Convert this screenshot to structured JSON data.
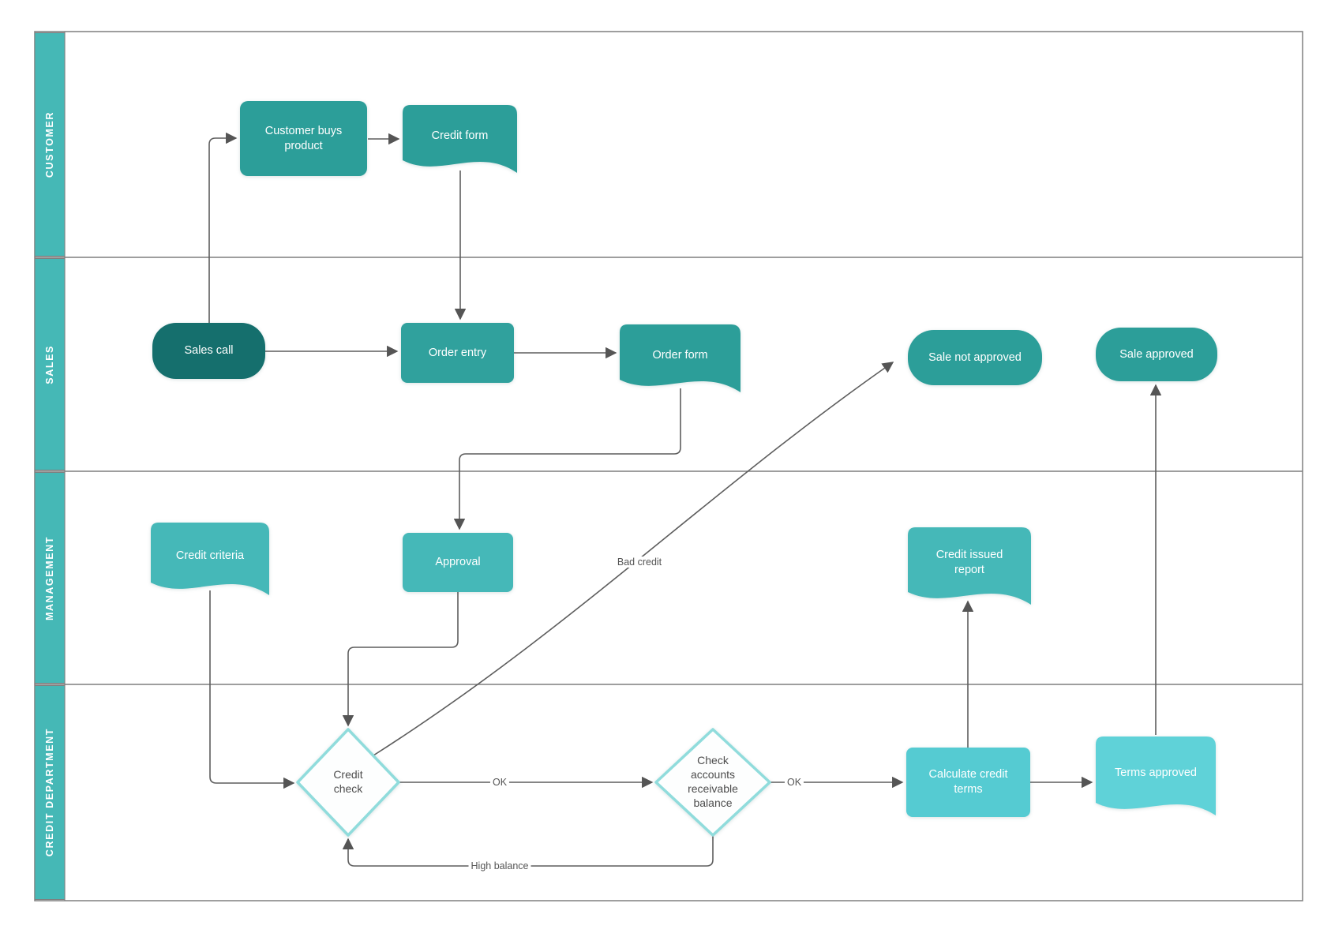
{
  "diagram_type": "cross-functional flowchart (swimlanes)",
  "colors": {
    "lane_strip": "#45b8b6",
    "frame_border": "#7f7f7f",
    "connector": "#5d5d5d",
    "arrowhead": "#555555",
    "node_teal_dark": "#156f6d",
    "node_teal": "#2c9e99",
    "node_teal_medium": "#30a19d",
    "node_teal_light": "#45b8b8",
    "node_cyan": "#55cbd2",
    "node_cyan_light": "#5fd2d8",
    "decision_border": "#90dcdc",
    "decision_fill": "#fdfefe",
    "text_on_fill": "#ffffff",
    "text_on_white": "#4d4d4d"
  },
  "lanes": [
    {
      "label": "CUSTOMER"
    },
    {
      "label": "SALES"
    },
    {
      "label": "MANAGEMENT"
    },
    {
      "label": "CREDIT DEPARTMENT"
    }
  ],
  "nodes": [
    {
      "id": "customer_buys_product",
      "label": "Customer buys product",
      "shape": "rounded-rect",
      "lane": "CUSTOMER",
      "color": "#2c9e99"
    },
    {
      "id": "credit_form",
      "label": "Credit form",
      "shape": "document",
      "lane": "CUSTOMER",
      "color": "#2c9e99"
    },
    {
      "id": "sales_call",
      "label": "Sales call",
      "shape": "terminator",
      "lane": "SALES",
      "color": "#156f6d"
    },
    {
      "id": "order_entry",
      "label": "Order entry",
      "shape": "rounded-rect",
      "lane": "SALES",
      "color": "#30a19d"
    },
    {
      "id": "order_form",
      "label": "Order form",
      "shape": "document",
      "lane": "SALES",
      "color": "#2c9e99"
    },
    {
      "id": "sale_not_approved",
      "label": "Sale not approved",
      "shape": "terminator",
      "lane": "SALES",
      "color": "#2c9e99"
    },
    {
      "id": "sale_approved",
      "label": "Sale approved",
      "shape": "terminator",
      "lane": "SALES",
      "color": "#2c9e99"
    },
    {
      "id": "credit_criteria",
      "label": "Credit criteria",
      "shape": "document",
      "lane": "MANAGEMENT",
      "color": "#45b8b8"
    },
    {
      "id": "approval",
      "label": "Approval",
      "shape": "rounded-rect",
      "lane": "MANAGEMENT",
      "color": "#45b8b8"
    },
    {
      "id": "credit_issued_report",
      "label": "Credit issued report",
      "shape": "document",
      "lane": "MANAGEMENT",
      "color": "#45b8b8"
    },
    {
      "id": "credit_check",
      "label": "Credit check",
      "shape": "decision",
      "lane": "CREDIT DEPARTMENT",
      "color": "#fdfefe"
    },
    {
      "id": "check_accounts_receivable_balance",
      "label": "Check accounts receivable balance",
      "shape": "decision",
      "lane": "CREDIT DEPARTMENT",
      "color": "#fdfefe"
    },
    {
      "id": "calculate_credit_terms",
      "label": "Calculate credit terms",
      "shape": "rounded-rect",
      "lane": "CREDIT DEPARTMENT",
      "color": "#55cbd2"
    },
    {
      "id": "terms_approved",
      "label": "Terms approved",
      "shape": "document",
      "lane": "CREDIT DEPARTMENT",
      "color": "#5fd2d8"
    }
  ],
  "edges": [
    {
      "from": "sales_call",
      "to": "customer_buys_product",
      "label": ""
    },
    {
      "from": "customer_buys_product",
      "to": "credit_form",
      "label": ""
    },
    {
      "from": "credit_form",
      "to": "order_entry",
      "label": ""
    },
    {
      "from": "sales_call",
      "to": "order_entry",
      "label": ""
    },
    {
      "from": "order_entry",
      "to": "order_form",
      "label": ""
    },
    {
      "from": "order_form",
      "to": "approval",
      "label": ""
    },
    {
      "from": "approval",
      "to": "credit_check",
      "label": ""
    },
    {
      "from": "credit_criteria",
      "to": "credit_check",
      "label": ""
    },
    {
      "from": "credit_check",
      "to": "check_accounts_receivable_balance",
      "label": "OK"
    },
    {
      "from": "credit_check",
      "to": "sale_not_approved",
      "label": "Bad credit"
    },
    {
      "from": "check_accounts_receivable_balance",
      "to": "calculate_credit_terms",
      "label": "OK"
    },
    {
      "from": "check_accounts_receivable_balance",
      "to": "credit_check",
      "label": "High balance"
    },
    {
      "from": "calculate_credit_terms",
      "to": "credit_issued_report",
      "label": ""
    },
    {
      "from": "calculate_credit_terms",
      "to": "terms_approved",
      "label": ""
    },
    {
      "from": "terms_approved",
      "to": "sale_approved",
      "label": ""
    }
  ]
}
